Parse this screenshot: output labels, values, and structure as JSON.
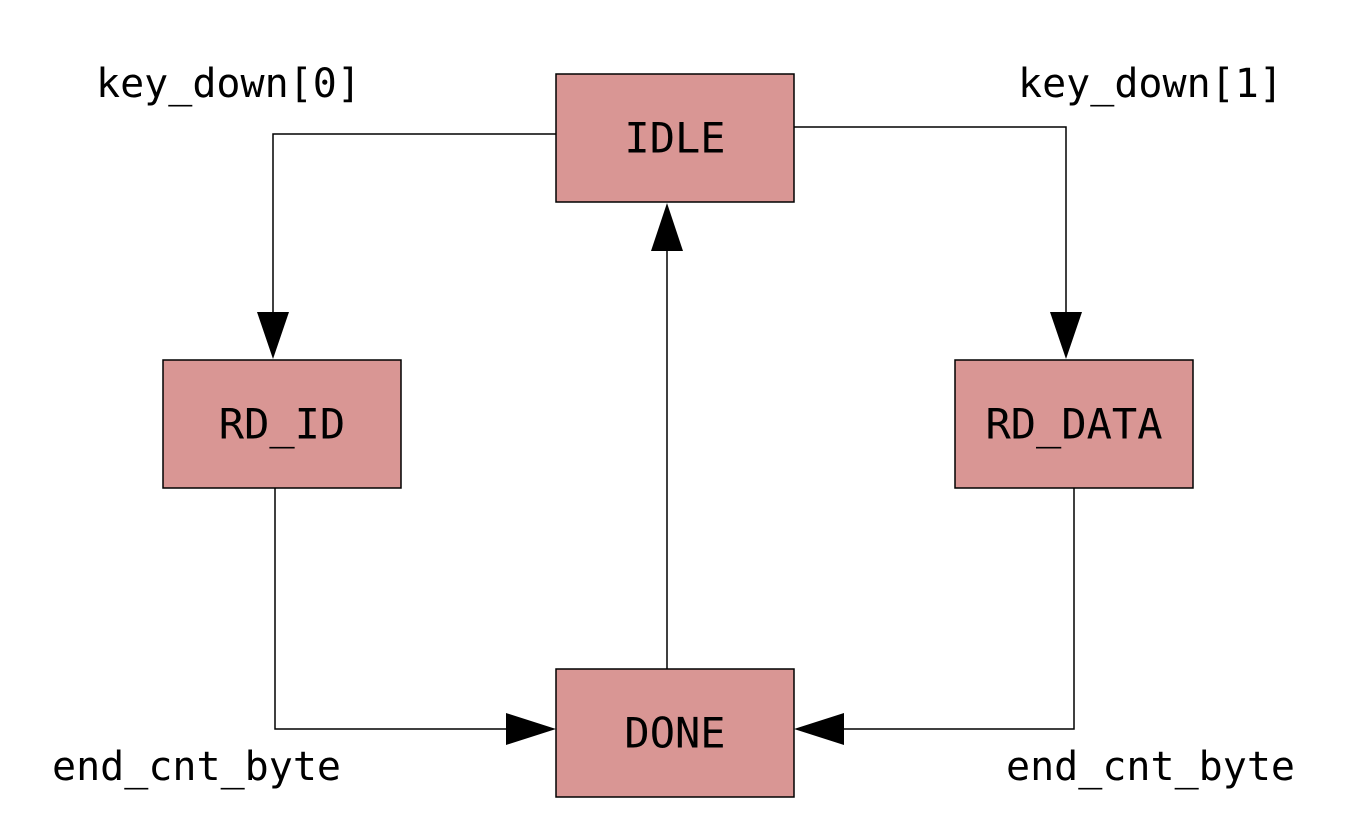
{
  "states": {
    "idle": "IDLE",
    "rd_id": "RD_ID",
    "rd_data": "RD_DATA",
    "done": "DONE"
  },
  "transitions": {
    "idle_to_rd_id": "key_down[0]",
    "idle_to_rd_data": "key_down[1]",
    "rd_id_to_done": "end_cnt_byte",
    "rd_data_to_done": "end_cnt_byte"
  },
  "colors": {
    "state_fill": "#d99694",
    "line": "#000000",
    "background": "#ffffff"
  }
}
